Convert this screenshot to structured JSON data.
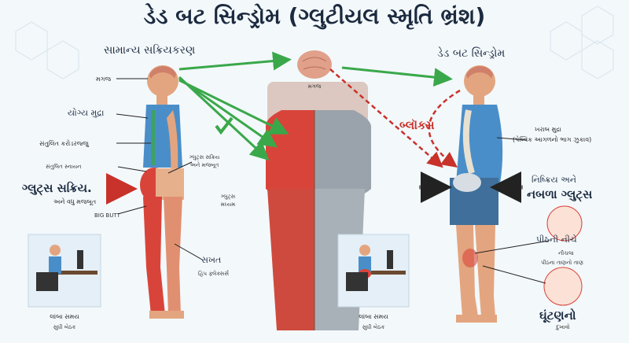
{
  "title": "ડેડ બટ સિન્ડ્રોમ (ગ્લુટીયલ સ્મૃતિ ભ્રંશ)",
  "left": {
    "heading": "સામાન્ય સક્રિયકરણ",
    "brain": "મગજ",
    "posture": "યોગ્ય મુદ્રા",
    "spine": "સંતુલિત કરોડરજ્જુ",
    "pelvis": "સંતુલિત સ્નાયન",
    "glutes_main": "ગ્લુટ્સ સક્રિય.",
    "glutes_sub": "અને વધુ મજબૂત",
    "big_butt": "BIG BUTT",
    "glutes_note_1": "ગ્લુટ્સ સક્રિય",
    "glutes_note_2": "અને મજબૂત",
    "tight": "સખત",
    "tight_sub": "હિપ ફ્લેક્સર્સ",
    "sitting": "લાંબા સમય",
    "sitting_sub": "સુધી બેઠક"
  },
  "center": {
    "brain": "મગજ",
    "glutes_label_1": "ગ્લુટ્સ",
    "glutes_label_2": "મધ્યમ",
    "sitting": "લાંબા સમય",
    "sitting_sub": "સુધી બેઠક"
  },
  "right": {
    "heading": "ડેડ બટ સિન્ડ્રોમ",
    "block": "બ્લૉક્સ",
    "posture_1": "ખરાબ મુદ્રા",
    "posture_2": "(પેલ્વિક આગળનો ભાગ ઝુકાવ)",
    "inactive_1": "નિષ્ક્રિય અને",
    "inactive_2": "નબળા ગ્લુટ્સ",
    "backpain": "પીઠની નીચે",
    "backpain_sub1": "નીચલા",
    "backpain_sub2": "પીઠના તાણનો તાણ",
    "knee": "ઘૂંટણનો",
    "knee_sub": "દુખાવો"
  },
  "colors": {
    "green": "#3aa84a",
    "red_dash": "#c8322a",
    "muscle": "#d9443a",
    "skin": "#e3a57f",
    "shirt": "#4a8ec9",
    "shorts": "#3f6f9a"
  }
}
